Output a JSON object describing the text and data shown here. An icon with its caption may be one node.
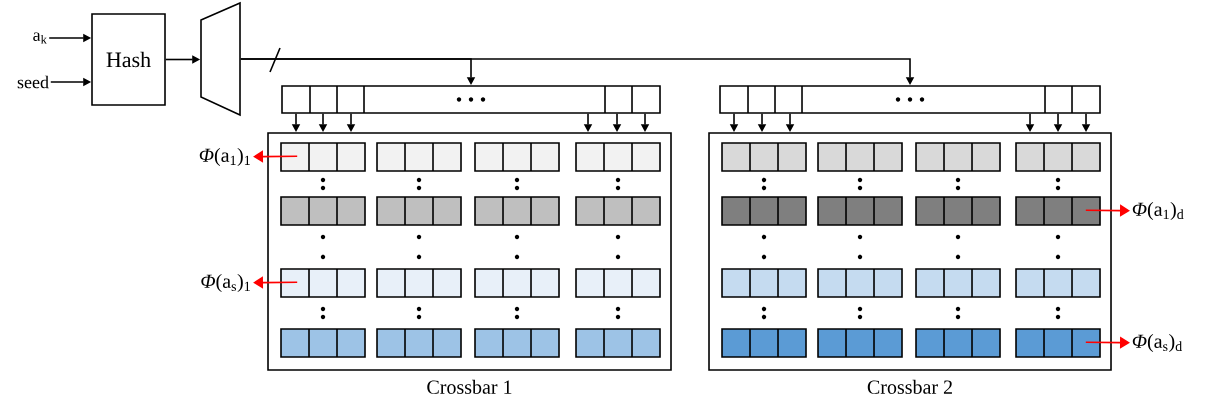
{
  "diagram": {
    "nodes": [
      {
        "text": [
          "a$_{k}$"
        ]
      },
      {
        "text": [
          "seed"
        ]
      },
      {
        "text": [
          "Hash"
        ]
      },
      {
        "text": [],
        "shape": "trapezoid"
      },
      {
        "text": [],
        "shape": "box"
      },
      {
        "text": [],
        "shape": "box"
      },
      {
        "text": [
          "*Φ*(a$_{1}$)$_{1}$"
        ]
      },
      {
        "text": [
          "*Φ*(a$_{s}$)$_{1}$"
        ]
      },
      {
        "text": [
          "Crossbar 1"
        ]
      },
      {
        "text": [
          "Crossbar 2"
        ]
      },
      {
        "text": [
          "*Φ*(a$_{1}$)$_{d}$"
        ]
      },
      {
        "text": [
          "*Φ*(a$_{s}$)$_{d}$"
        ]
      }
    ],
    "edges": [
      {
        "from": 0,
        "to": 2,
        "arrow": "to"
      },
      {
        "from": 1,
        "to": 2,
        "arrow": "to"
      },
      {
        "from": 2,
        "to": 3,
        "arrow": "to"
      },
      {
        "from": 3,
        "to": 4,
        "arrow": "to"
      },
      {
        "from": 3,
        "to": 5,
        "arrow": "to"
      },
      {
        "from": 4,
        "to": 8,
        "arrow": "to"
      },
      {
        "from": 4,
        "to": 8,
        "arrow": "to"
      },
      {
        "from": 4,
        "to": 8,
        "arrow": "to"
      },
      {
        "from": 4,
        "to": 8,
        "arrow": "to"
      },
      {
        "from": 4,
        "to": 8,
        "arrow": "to"
      },
      {
        "from": 4,
        "to": 8,
        "arrow": "to"
      },
      {
        "from": 5,
        "to": 9,
        "arrow": "to"
      },
      {
        "from": 5,
        "to": 9,
        "arrow": "to"
      },
      {
        "from": 5,
        "to": 9,
        "arrow": "to"
      },
      {
        "from": 5,
        "to": 9,
        "arrow": "to"
      },
      {
        "from": 5,
        "to": 9,
        "arrow": "to"
      },
      {
        "from": 5,
        "to": 9,
        "arrow": "to"
      },
      {
        "from": 8,
        "to": 6,
        "arrow": "to",
        "color": "#ff0000"
      },
      {
        "from": 8,
        "to": 7,
        "arrow": "to",
        "color": "#ff0000"
      },
      {
        "from": 9,
        "to": 10,
        "arrow": "to",
        "color": "#ff0000"
      },
      {
        "from": 9,
        "to": 11,
        "arrow": "to",
        "color": "#ff0000"
      }
    ]
  }
}
